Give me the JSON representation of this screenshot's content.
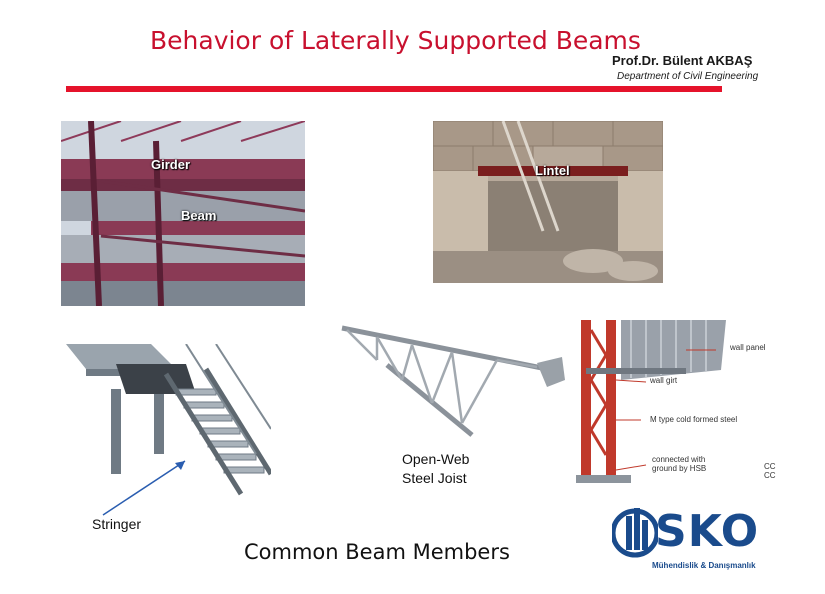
{
  "slide": {
    "title": "Behavior of Laterally Supported Beams",
    "author": "Prof.Dr. Bülent AKBAŞ",
    "department": "Department of Civil Engineering",
    "bottom_title": "Common Beam Members"
  },
  "photos": {
    "girder_beam": {
      "label_girder": "Girder",
      "label_beam": "Beam"
    },
    "lintel": {
      "label": "Lintel"
    },
    "stair": {
      "label": "Stringer"
    },
    "joist": {
      "label_line1": "Open-Web",
      "label_line2": "Steel Joist"
    },
    "girt": {
      "wall_panel": "wall panel",
      "wall_girt": "wall girt",
      "m_type": "M type cold formed steel",
      "connected_line1": "connected with",
      "connected_line2": "ground by HSB",
      "edge_1": "CC",
      "edge_2": "CC"
    }
  },
  "logo": {
    "text": "SKO",
    "subtitle": "Mühendislik & Danışmanlık"
  },
  "colors": {
    "title": "#c8102e",
    "rule": "#e5132b",
    "logo": "#1a4b8c",
    "steel_red": "#c0392b"
  }
}
